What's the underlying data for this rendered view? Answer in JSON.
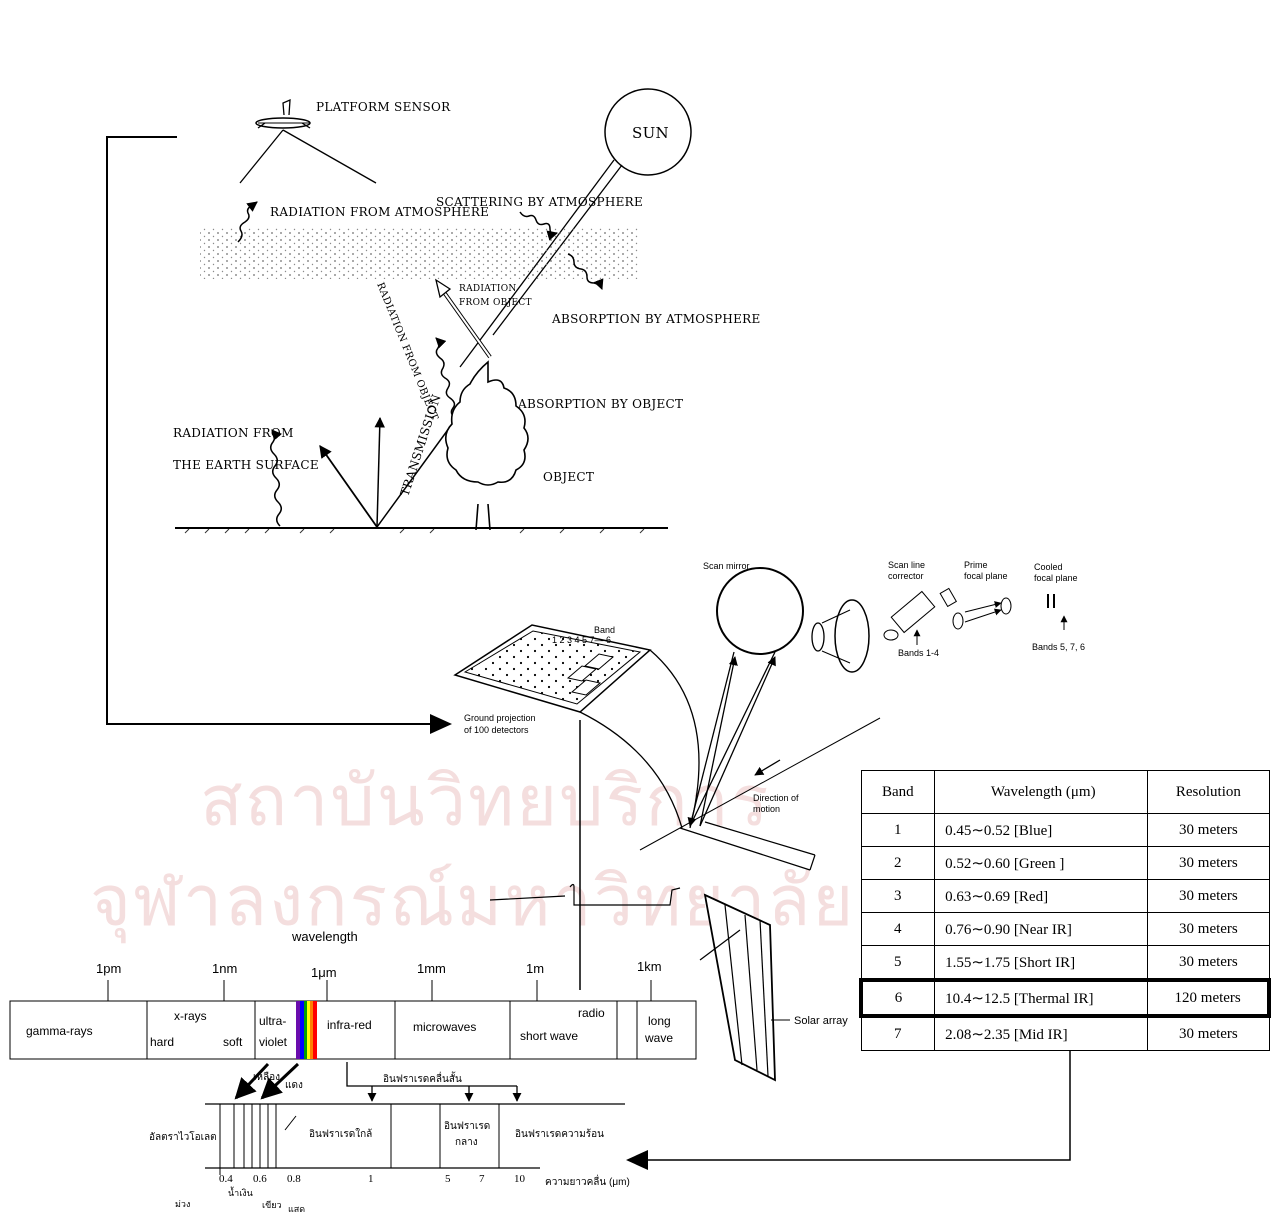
{
  "watermark": {
    "line1": "สถาบันวิทยบริการ",
    "line2": "จุฬาลงกรณ์มหาวิทยาลัย"
  },
  "remote_sensing": {
    "platform_sensor": "PLATFORM SENSOR",
    "sun": "SUN",
    "radiation_from_atmosphere": "RADIATION FROM ATMOSPHERE",
    "scattering_by_atmosphere": "SCATTERING BY ATMOSPHERE",
    "radiation_from_object_1": "RADIATION",
    "radiation_from_object_2": "FROM OBJECT",
    "radiation_from_object_diag": "RADIATION FROM OBJECT",
    "absorption_by_atmosphere": "ABSORPTION BY ATMOSPHERE",
    "absorption_by_object": "ABSORPTION BY OBJECT",
    "transmission": "TRANSMISSION",
    "radiation_from_earth_1": "RADIATION FROM",
    "radiation_from_earth_2": "THE EARTH SURFACE",
    "object": "OBJECT"
  },
  "scanner": {
    "scan_mirror": "Scan mirror",
    "scan_line_corrector_1": "Scan line",
    "scan_line_corrector_2": "corrector",
    "prime_focal_plane_1": "Prime",
    "prime_focal_plane_2": "focal plane",
    "cooled_focal_plane_1": "Cooled",
    "cooled_focal_plane_2": "focal plane",
    "bands_1_4": "Bands 1-4",
    "bands_5_7_6": "Bands 5, 7, 6",
    "band": "Band",
    "band_numbers": "1 2 3 4 5 7— 6",
    "ground_projection_1": "Ground projection",
    "ground_projection_2": "of 100 detectors",
    "direction_1": "Direction of",
    "direction_2": "motion",
    "solar_array": "Solar array"
  },
  "band_table": {
    "headers": [
      "Band",
      "Wavelength (μm)",
      "Resolution"
    ],
    "rows": [
      {
        "band": "1",
        "wavelength": "0.45∼0.52  [Blue]",
        "resolution": "30 meters"
      },
      {
        "band": "2",
        "wavelength": "0.52∼0.60  [Green ]",
        "resolution": "30 meters"
      },
      {
        "band": "3",
        "wavelength": "0.63∼0.69  [Red]",
        "resolution": "30 meters"
      },
      {
        "band": "4",
        "wavelength": "0.76∼0.90 [Near IR]",
        "resolution": "30 meters"
      },
      {
        "band": "5",
        "wavelength": "1.55∼1.75 [Short IR]",
        "resolution": "30 meters"
      },
      {
        "band": "6",
        "wavelength": "10.4∼12.5 [Thermal IR]",
        "resolution": "120 meters"
      },
      {
        "band": "7",
        "wavelength": "2.08∼2.35 [Mid IR]",
        "resolution": "30 meters"
      }
    ],
    "highlight_row": 5
  },
  "spectrum": {
    "wavelength": "wavelength",
    "ticks": [
      "1pm",
      "1nm",
      "1μm",
      "1mm",
      "1m",
      "1km"
    ],
    "gamma": "gamma-rays",
    "xrays": "x-rays",
    "hard": "hard",
    "soft": "soft",
    "ultra": "ultra-",
    "violet": "violet",
    "infrared": "infra-red",
    "microwaves": "microwaves",
    "radio": "radio",
    "shortwave": "short wave",
    "long": "long",
    "wave": "wave"
  },
  "thai_spectrum": {
    "yellow": "เหลือง",
    "red": "แดง",
    "short_ir": "อินฟราเรดคลื่นสั้น",
    "ultraviolet": "อัลตราไวโอเลต",
    "near_ir": "อินฟราเรดใกล้",
    "mid_ir_1": "อินฟราเรด",
    "mid_ir_2": "กลาง",
    "thermal_ir": "อินฟราเรดความร้อน",
    "ticks": [
      "0.4",
      "0.6",
      "0.8",
      "1",
      "5",
      "7",
      "10"
    ],
    "axis": "ความยาวคลื่น (μm)",
    "purple": "ม่วง",
    "blue": "น้ำเงิน",
    "green": "เขียว",
    "orange": "แสด"
  }
}
